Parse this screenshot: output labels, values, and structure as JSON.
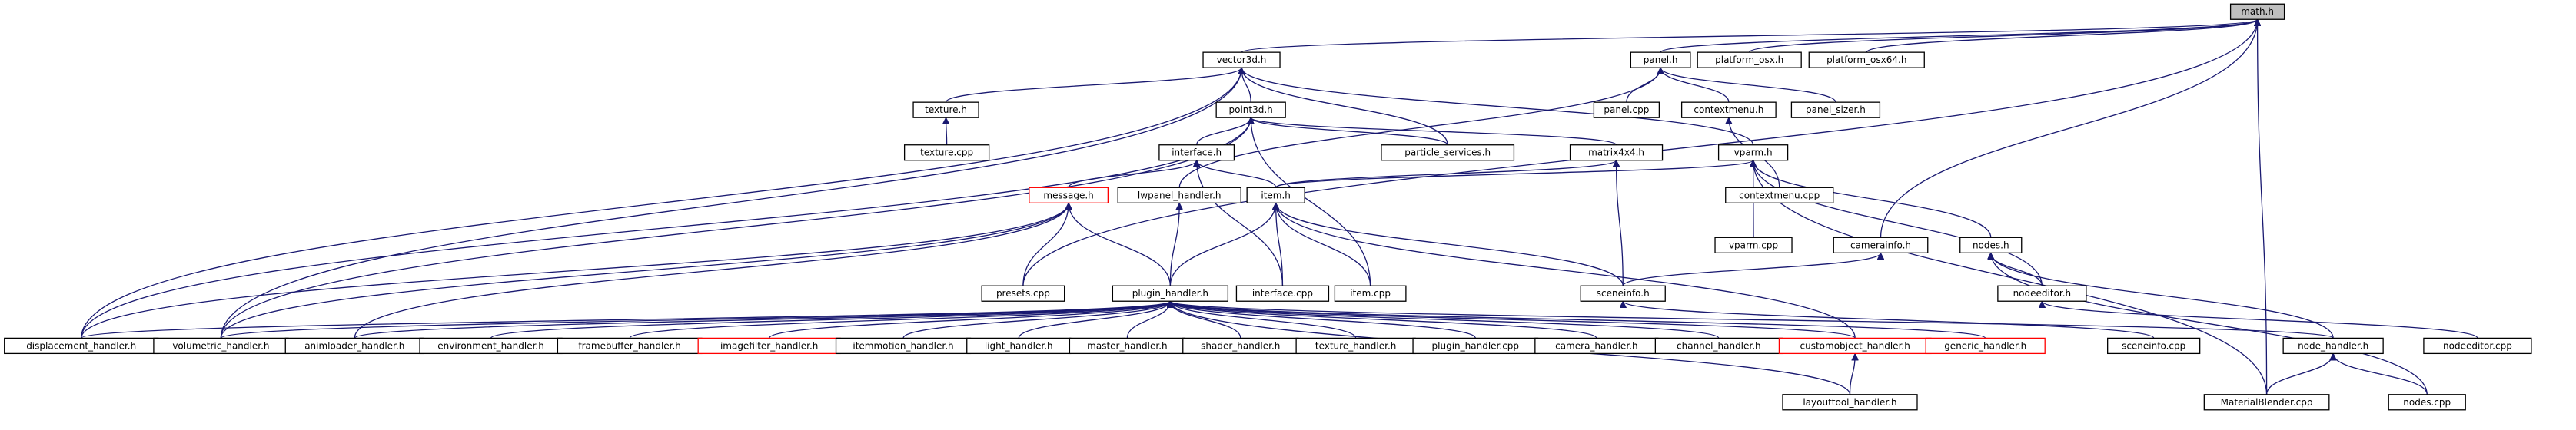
{
  "graph": {
    "colors": {
      "edge": "#191970",
      "node_border": "#000000",
      "highlight_border": "#ff0000",
      "root_fill": "#bfbfbf",
      "background": "#ffffff"
    },
    "nodes": [
      {
        "id": "math_h",
        "label": "math.h",
        "root": true
      },
      {
        "id": "vector3d_h",
        "label": "vector3d.h"
      },
      {
        "id": "panel_h",
        "label": "panel.h"
      },
      {
        "id": "platform_osx_h",
        "label": "platform_osx.h"
      },
      {
        "id": "platform_osx64_h",
        "label": "platform_osx64.h"
      },
      {
        "id": "texture_h",
        "label": "texture.h"
      },
      {
        "id": "point3d_h",
        "label": "point3d.h"
      },
      {
        "id": "panel_cpp",
        "label": "panel.cpp"
      },
      {
        "id": "contextmenu_h",
        "label": "contextmenu.h"
      },
      {
        "id": "panel_sizer_h",
        "label": "panel_sizer.h"
      },
      {
        "id": "texture_cpp",
        "label": "texture.cpp"
      },
      {
        "id": "interface_h",
        "label": "interface.h"
      },
      {
        "id": "particle_services_h",
        "label": "particle_services.h"
      },
      {
        "id": "matrix4x4_h",
        "label": "matrix4x4.h"
      },
      {
        "id": "vparm_h",
        "label": "vparm.h"
      },
      {
        "id": "contextmenu_cpp",
        "label": "contextmenu.cpp"
      },
      {
        "id": "message_h",
        "label": "message.h",
        "red": true
      },
      {
        "id": "lwpanel_handler_h",
        "label": "lwpanel_handler.h"
      },
      {
        "id": "item_h",
        "label": "item.h"
      },
      {
        "id": "vparm_cpp",
        "label": "vparm.cpp"
      },
      {
        "id": "camerainfo_h",
        "label": "camerainfo.h"
      },
      {
        "id": "nodes_h",
        "label": "nodes.h"
      },
      {
        "id": "presets_cpp",
        "label": "presets.cpp"
      },
      {
        "id": "plugin_handler_h",
        "label": "plugin_handler.h"
      },
      {
        "id": "interface_cpp",
        "label": "interface.cpp"
      },
      {
        "id": "item_cpp",
        "label": "item.cpp"
      },
      {
        "id": "sceneinfo_h",
        "label": "sceneinfo.h"
      },
      {
        "id": "nodeeditor_h",
        "label": "nodeeditor.h"
      },
      {
        "id": "displacement_handler_h",
        "label": "displacement_handler.h"
      },
      {
        "id": "volumetric_handler_h",
        "label": "volumetric_handler.h"
      },
      {
        "id": "animloader_handler_h",
        "label": "animloader_handler.h"
      },
      {
        "id": "environment_handler_h",
        "label": "environment_handler.h"
      },
      {
        "id": "framebuffer_handler_h",
        "label": "framebuffer_handler.h"
      },
      {
        "id": "imagefilter_handler_h",
        "label": "imagefilter_handler.h",
        "red": true
      },
      {
        "id": "itemmotion_handler_h",
        "label": "itemmotion_handler.h"
      },
      {
        "id": "light_handler_h",
        "label": "light_handler.h"
      },
      {
        "id": "master_handler_h",
        "label": "master_handler.h"
      },
      {
        "id": "shader_handler_h",
        "label": "shader_handler.h"
      },
      {
        "id": "texture_handler_h",
        "label": "texture_handler.h"
      },
      {
        "id": "plugin_handler_cpp",
        "label": "plugin_handler.cpp"
      },
      {
        "id": "camera_handler_h",
        "label": "camera_handler.h"
      },
      {
        "id": "channel_handler_h",
        "label": "channel_handler.h"
      },
      {
        "id": "customobject_handler_h",
        "label": "customobject_handler.h",
        "red": true
      },
      {
        "id": "generic_handler_h",
        "label": "generic_handler.h",
        "red": true
      },
      {
        "id": "sceneinfo_cpp",
        "label": "sceneinfo.cpp"
      },
      {
        "id": "node_handler_h",
        "label": "node_handler.h"
      },
      {
        "id": "nodeeditor_cpp",
        "label": "nodeeditor.cpp"
      },
      {
        "id": "layouttool_handler_h",
        "label": "layouttool_handler.h"
      },
      {
        "id": "materialblender_cpp",
        "label": "MaterialBlender.cpp"
      },
      {
        "id": "nodes_cpp",
        "label": "nodes.cpp"
      }
    ],
    "edges": [
      [
        "vector3d_h",
        "math_h"
      ],
      [
        "panel_h",
        "math_h"
      ],
      [
        "platform_osx_h",
        "math_h"
      ],
      [
        "platform_osx64_h",
        "math_h"
      ],
      [
        "camerainfo_h",
        "math_h"
      ],
      [
        "materialblender_cpp",
        "math_h"
      ],
      [
        "presets_cpp",
        "math_h"
      ],
      [
        "texture_h",
        "vector3d_h"
      ],
      [
        "point3d_h",
        "vector3d_h"
      ],
      [
        "particle_services_h",
        "vector3d_h"
      ],
      [
        "vparm_h",
        "vector3d_h"
      ],
      [
        "displacement_handler_h",
        "vector3d_h"
      ],
      [
        "volumetric_handler_h",
        "vector3d_h"
      ],
      [
        "texture_cpp",
        "texture_h"
      ],
      [
        "interface_h",
        "point3d_h"
      ],
      [
        "particle_services_h",
        "point3d_h"
      ],
      [
        "matrix4x4_h",
        "point3d_h"
      ],
      [
        "item_cpp",
        "point3d_h"
      ],
      [
        "displacement_handler_h",
        "point3d_h"
      ],
      [
        "volumetric_handler_h",
        "point3d_h"
      ],
      [
        "panel_cpp",
        "panel_h"
      ],
      [
        "contextmenu_h",
        "panel_h"
      ],
      [
        "panel_sizer_h",
        "panel_h"
      ],
      [
        "lwpanel_handler_h",
        "panel_h"
      ],
      [
        "contextmenu_cpp",
        "contextmenu_h"
      ],
      [
        "message_h",
        "interface_h"
      ],
      [
        "item_h",
        "interface_h"
      ],
      [
        "interface_cpp",
        "interface_h"
      ],
      [
        "item_h",
        "matrix4x4_h"
      ],
      [
        "sceneinfo_h",
        "matrix4x4_h"
      ],
      [
        "item_h",
        "vparm_h"
      ],
      [
        "vparm_cpp",
        "vparm_h"
      ],
      [
        "nodes_h",
        "vparm_h"
      ],
      [
        "nodeeditor_h",
        "vparm_h"
      ],
      [
        "materialblender_cpp",
        "vparm_h"
      ],
      [
        "presets_cpp",
        "message_h"
      ],
      [
        "plugin_handler_h",
        "message_h"
      ],
      [
        "plugin_handler_h",
        "lwpanel_handler_h"
      ],
      [
        "plugin_handler_h",
        "item_h"
      ],
      [
        "interface_cpp",
        "item_h"
      ],
      [
        "item_cpp",
        "item_h"
      ],
      [
        "sceneinfo_h",
        "item_h"
      ],
      [
        "customobject_handler_h",
        "item_h"
      ],
      [
        "sceneinfo_h",
        "camerainfo_h"
      ],
      [
        "node_handler_h",
        "nodes_h"
      ],
      [
        "nodeeditor_h",
        "nodes_h"
      ],
      [
        "nodes_cpp",
        "nodes_h"
      ],
      [
        "nodeeditor_cpp",
        "nodeeditor_h"
      ],
      [
        "sceneinfo_cpp",
        "sceneinfo_h"
      ],
      [
        "materialblender_cpp",
        "node_handler_h"
      ],
      [
        "nodes_cpp",
        "node_handler_h"
      ],
      [
        "layouttool_handler_h",
        "customobject_handler_h"
      ],
      [
        "displacement_handler_h",
        "plugin_handler_h"
      ],
      [
        "volumetric_handler_h",
        "plugin_handler_h"
      ],
      [
        "animloader_handler_h",
        "plugin_handler_h"
      ],
      [
        "environment_handler_h",
        "plugin_handler_h"
      ],
      [
        "framebuffer_handler_h",
        "plugin_handler_h"
      ],
      [
        "imagefilter_handler_h",
        "plugin_handler_h"
      ],
      [
        "itemmotion_handler_h",
        "plugin_handler_h"
      ],
      [
        "light_handler_h",
        "plugin_handler_h"
      ],
      [
        "master_handler_h",
        "plugin_handler_h"
      ],
      [
        "shader_handler_h",
        "plugin_handler_h"
      ],
      [
        "texture_handler_h",
        "plugin_handler_h"
      ],
      [
        "plugin_handler_cpp",
        "plugin_handler_h"
      ],
      [
        "camera_handler_h",
        "plugin_handler_h"
      ],
      [
        "channel_handler_h",
        "plugin_handler_h"
      ],
      [
        "customobject_handler_h",
        "plugin_handler_h"
      ],
      [
        "generic_handler_h",
        "plugin_handler_h"
      ],
      [
        "node_handler_h",
        "plugin_handler_h"
      ],
      [
        "layouttool_handler_h",
        "plugin_handler_h"
      ],
      [
        "volumetric_handler_h",
        "message_h"
      ],
      [
        "displacement_handler_h",
        "message_h"
      ],
      [
        "animloader_handler_h",
        "message_h"
      ]
    ]
  }
}
